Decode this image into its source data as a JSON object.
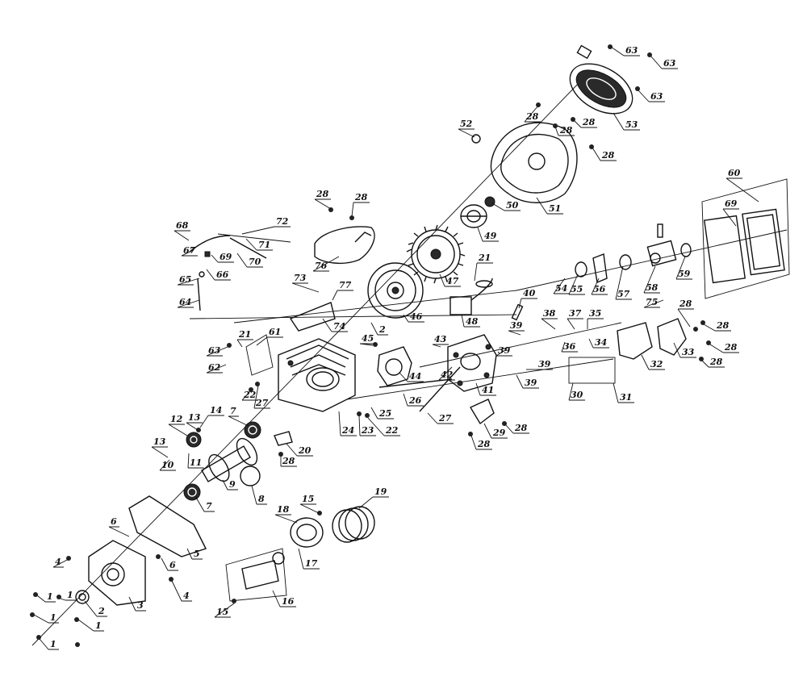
{
  "diagram": {
    "type": "exploded-parts-diagram",
    "callouts": [
      {
        "id": "c63a",
        "label": "63"
      },
      {
        "id": "c63b",
        "label": "63"
      },
      {
        "id": "c63c",
        "label": "63"
      },
      {
        "id": "c53",
        "label": "53"
      },
      {
        "id": "c28a",
        "label": "28"
      },
      {
        "id": "c28b",
        "label": "28"
      },
      {
        "id": "c28c",
        "label": "28"
      },
      {
        "id": "c28d",
        "label": "28"
      },
      {
        "id": "c52",
        "label": "52"
      },
      {
        "id": "c51",
        "label": "51"
      },
      {
        "id": "c50",
        "label": "50"
      },
      {
        "id": "c49",
        "label": "49"
      },
      {
        "id": "c28e",
        "label": "28"
      },
      {
        "id": "c28f",
        "label": "28"
      },
      {
        "id": "c72",
        "label": "72"
      },
      {
        "id": "c68",
        "label": "68"
      },
      {
        "id": "c67",
        "label": "67"
      },
      {
        "id": "c69a",
        "label": "69"
      },
      {
        "id": "c71",
        "label": "71"
      },
      {
        "id": "c70",
        "label": "70"
      },
      {
        "id": "c76",
        "label": "76"
      },
      {
        "id": "c66",
        "label": "66"
      },
      {
        "id": "c65",
        "label": "65"
      },
      {
        "id": "c64",
        "label": "64"
      },
      {
        "id": "c73",
        "label": "73"
      },
      {
        "id": "c77",
        "label": "77"
      },
      {
        "id": "c74",
        "label": "74"
      },
      {
        "id": "c47",
        "label": "47"
      },
      {
        "id": "c46",
        "label": "46"
      },
      {
        "id": "c21a",
        "label": "21"
      },
      {
        "id": "c48",
        "label": "48"
      },
      {
        "id": "c54",
        "label": "54"
      },
      {
        "id": "c55",
        "label": "55"
      },
      {
        "id": "c56",
        "label": "56"
      },
      {
        "id": "c57",
        "label": "57"
      },
      {
        "id": "c58",
        "label": "58"
      },
      {
        "id": "c59",
        "label": "59"
      },
      {
        "id": "c60",
        "label": "60"
      },
      {
        "id": "c69b",
        "label": "69"
      },
      {
        "id": "c40",
        "label": "40"
      },
      {
        "id": "c75",
        "label": "75"
      },
      {
        "id": "c28g",
        "label": "28"
      },
      {
        "id": "c28h",
        "label": "28"
      },
      {
        "id": "c28i",
        "label": "28"
      },
      {
        "id": "c28j",
        "label": "28"
      },
      {
        "id": "c38",
        "label": "38"
      },
      {
        "id": "c37",
        "label": "37"
      },
      {
        "id": "c35",
        "label": "35"
      },
      {
        "id": "c36",
        "label": "36"
      },
      {
        "id": "c34",
        "label": "34"
      },
      {
        "id": "c33",
        "label": "33"
      },
      {
        "id": "c32",
        "label": "32"
      },
      {
        "id": "c39a",
        "label": "39"
      },
      {
        "id": "c39b",
        "label": "39"
      },
      {
        "id": "c39c",
        "label": "39"
      },
      {
        "id": "c39d",
        "label": "39"
      },
      {
        "id": "c43",
        "label": "43"
      },
      {
        "id": "c42",
        "label": "42"
      },
      {
        "id": "c41",
        "label": "41"
      },
      {
        "id": "c44",
        "label": "44"
      },
      {
        "id": "c45",
        "label": "45"
      },
      {
        "id": "c2a",
        "label": "2"
      },
      {
        "id": "c61",
        "label": "61"
      },
      {
        "id": "c21b",
        "label": "21"
      },
      {
        "id": "c63d",
        "label": "63"
      },
      {
        "id": "c62",
        "label": "62"
      },
      {
        "id": "c22a",
        "label": "22"
      },
      {
        "id": "c27a",
        "label": "27"
      },
      {
        "id": "c26",
        "label": "26"
      },
      {
        "id": "c25",
        "label": "25"
      },
      {
        "id": "c27b",
        "label": "27"
      },
      {
        "id": "c30",
        "label": "30"
      },
      {
        "id": "c31",
        "label": "31"
      },
      {
        "id": "c24",
        "label": "24"
      },
      {
        "id": "c23",
        "label": "23"
      },
      {
        "id": "c22b",
        "label": "22"
      },
      {
        "id": "c29",
        "label": "29"
      },
      {
        "id": "c28k",
        "label": "28"
      },
      {
        "id": "c28l",
        "label": "28"
      },
      {
        "id": "c20",
        "label": "20"
      },
      {
        "id": "c28m",
        "label": "28"
      },
      {
        "id": "c14",
        "label": "14"
      },
      {
        "id": "c7a",
        "label": "7"
      },
      {
        "id": "c12",
        "label": "12"
      },
      {
        "id": "c13a",
        "label": "13"
      },
      {
        "id": "c13b",
        "label": "13"
      },
      {
        "id": "c10",
        "label": "10"
      },
      {
        "id": "c11",
        "label": "11"
      },
      {
        "id": "c9",
        "label": "9"
      },
      {
        "id": "c7b",
        "label": "7"
      },
      {
        "id": "c8",
        "label": "8"
      },
      {
        "id": "c15a",
        "label": "15"
      },
      {
        "id": "c19",
        "label": "19"
      },
      {
        "id": "c18",
        "label": "18"
      },
      {
        "id": "c17",
        "label": "17"
      },
      {
        "id": "c16",
        "label": "16"
      },
      {
        "id": "c15b",
        "label": "15"
      },
      {
        "id": "c6a",
        "label": "6"
      },
      {
        "id": "c5",
        "label": "5"
      },
      {
        "id": "c6b",
        "label": "6"
      },
      {
        "id": "c4a",
        "label": "4"
      },
      {
        "id": "c4b",
        "label": "4"
      },
      {
        "id": "c3",
        "label": "3"
      },
      {
        "id": "c2b",
        "label": "2"
      },
      {
        "id": "c1a",
        "label": "1"
      },
      {
        "id": "c1b",
        "label": "1"
      },
      {
        "id": "c1c",
        "label": "1"
      },
      {
        "id": "c1d",
        "label": "1"
      },
      {
        "id": "c1e",
        "label": "1"
      }
    ]
  }
}
